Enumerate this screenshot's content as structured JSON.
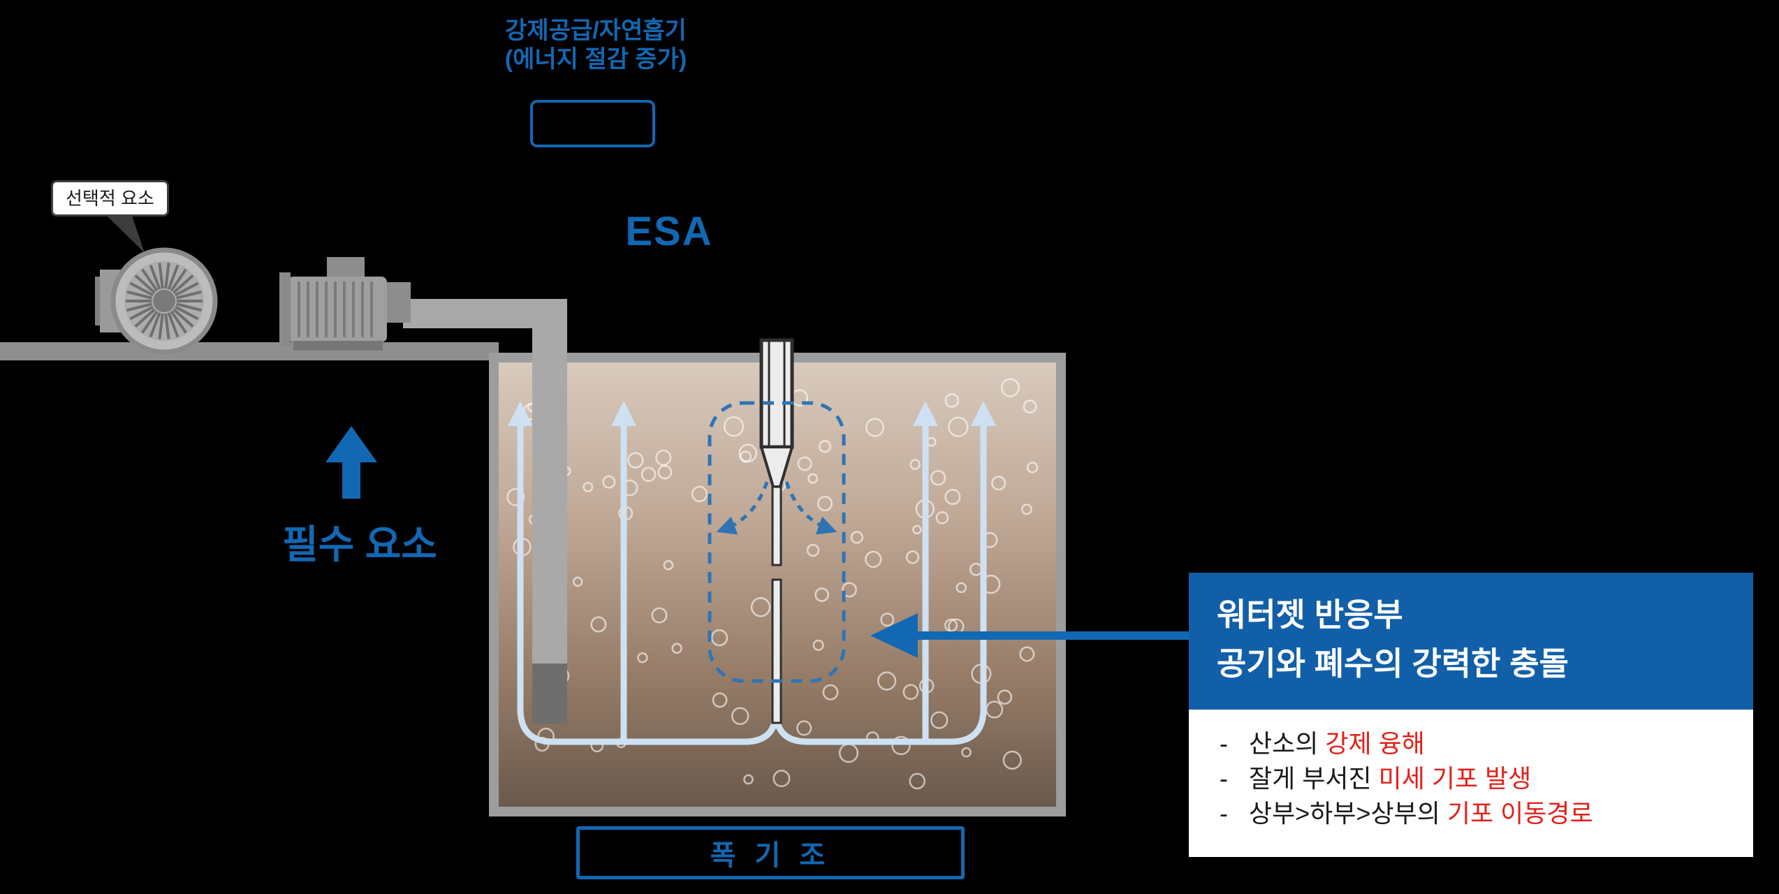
{
  "colors": {
    "background": "#000000",
    "accent_blue": "#1268b3",
    "dashed_blue": "#2e74b5",
    "panel_blue": "#115fa8",
    "highlight_red": "#e32119",
    "flow_blue": "#cde1f2",
    "tank_gray": "#9d9d9d"
  },
  "top_note": {
    "line1": "강제공급/자연흡기",
    "line2": "(에너지 절감 증가)"
  },
  "esa_label": "ESA",
  "optional_label": "선택적 요소",
  "essential_label": "필수 요소",
  "tank_label": "폭 기 조",
  "icons": {
    "blower": "blower-fan-icon",
    "motor": "electric-motor-icon"
  },
  "info_panel": {
    "title_line1": "워터젯 반응부",
    "title_line2": "공기와 폐수의 강력한 충돌",
    "bullet_marker": "-",
    "bullets": [
      {
        "prefix": "산소의 ",
        "highlight": "강제 융해"
      },
      {
        "prefix": "잘게 부서진 ",
        "highlight": "미세 기포 발생"
      },
      {
        "prefix": "상부>하부>상부의 ",
        "highlight": "기포 이동경로"
      }
    ]
  }
}
